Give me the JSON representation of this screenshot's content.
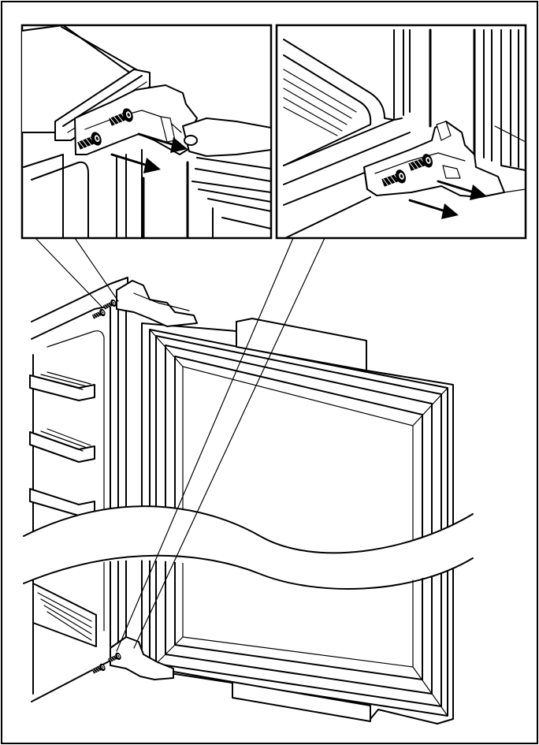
{
  "figure": {
    "panels": [
      "top-hinge-detail",
      "bottom-hinge-detail",
      "overview"
    ],
    "colors": {
      "line": "#000000",
      "background": "#ffffff",
      "screw": "#000000",
      "screw_head": "#555555"
    },
    "icons": [
      "screw-icon",
      "arrow-icon"
    ]
  }
}
